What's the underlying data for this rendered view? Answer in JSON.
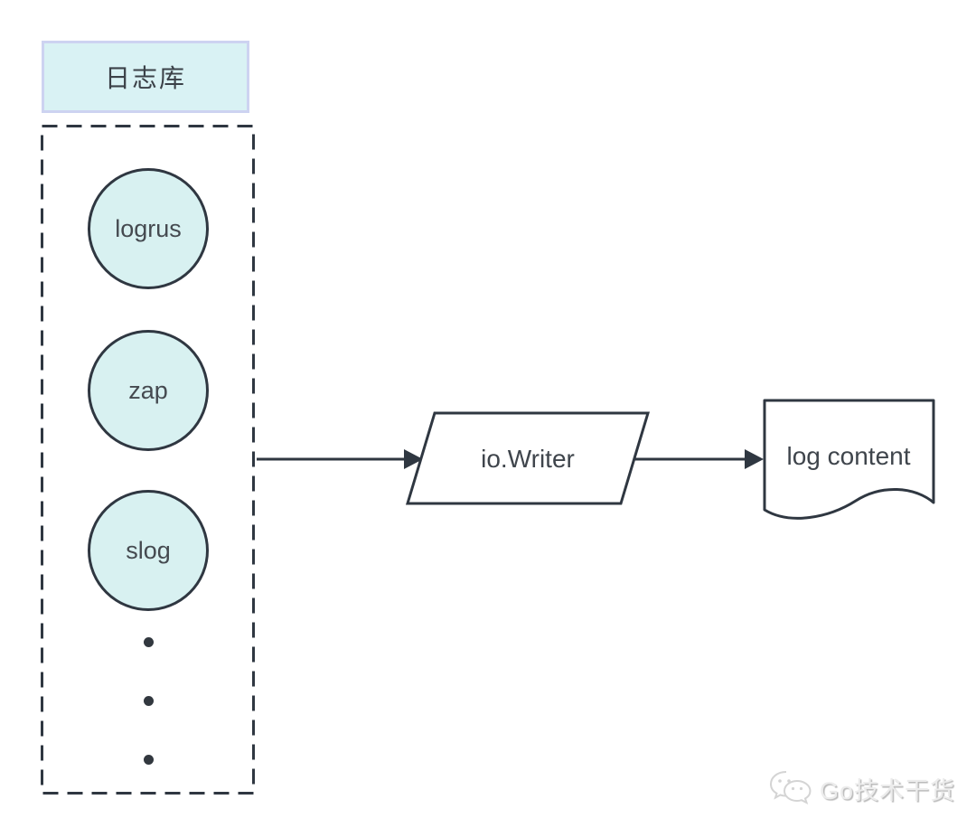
{
  "diagram": {
    "group": {
      "title": "日志库",
      "nodes": [
        {
          "label": "logrus"
        },
        {
          "label": "zap"
        },
        {
          "label": "slog"
        }
      ],
      "ellipsis_dots": 3
    },
    "writer": {
      "label": "io.Writer",
      "shape": "parallelogram"
    },
    "output": {
      "label": "log content",
      "shape": "document"
    },
    "arrows": [
      {
        "from": "log-library-group",
        "to": "io-writer"
      },
      {
        "from": "io-writer",
        "to": "log-content"
      }
    ]
  },
  "watermark": {
    "label": "Go技术干货",
    "icon": "wechat-icon"
  },
  "colors": {
    "background": "#ffffff",
    "node_fill": "#d8f1f1",
    "title_fill": "#d9f2f4",
    "title_border": "#cdd3f1",
    "stroke": "#2f3741",
    "text": "#3f454c",
    "watermark_text": "#ececec"
  }
}
